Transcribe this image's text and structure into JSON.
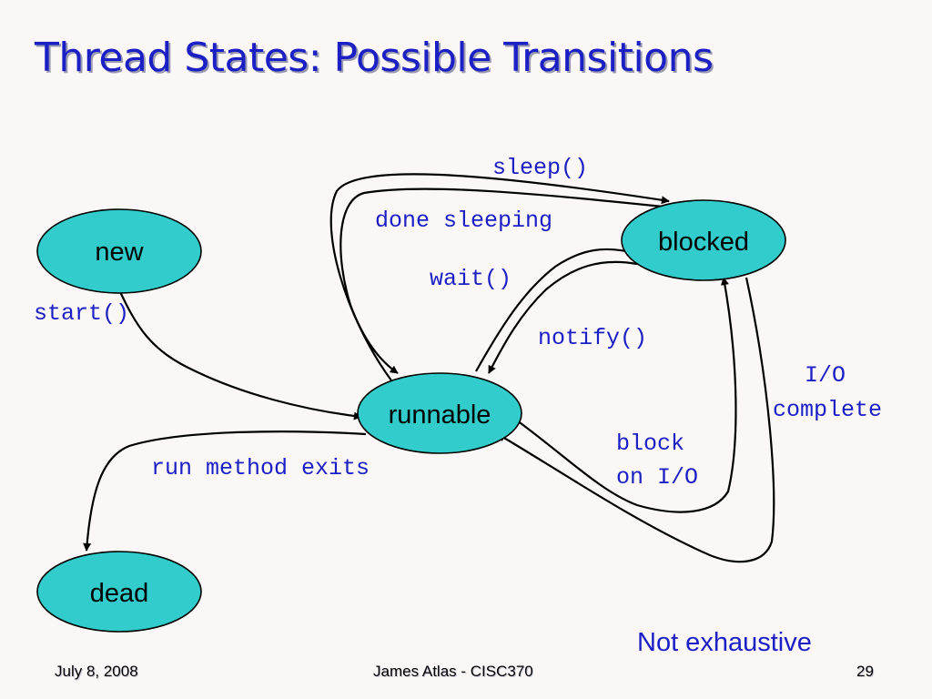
{
  "title": "Thread States: Possible Transitions",
  "states": {
    "new": "new",
    "blocked": "blocked",
    "runnable": "runnable",
    "dead": "dead"
  },
  "transitions": {
    "start": "start()",
    "sleep": "sleep()",
    "done_sleeping": "done sleeping",
    "wait": "wait()",
    "notify": "notify()",
    "io_complete_1": "I/O",
    "io_complete_2": "complete",
    "block_io_1": "block",
    "block_io_2": "on I/O",
    "run_exits": "run method exits"
  },
  "note": "Not exhaustive",
  "footer": {
    "date": "July 8, 2008",
    "author": "James Atlas - CISC370",
    "page": "29"
  },
  "colors": {
    "title": "#1b20c4",
    "state_fill": "#33cccc",
    "label": "#1b20c4",
    "background": "#fcf7f7"
  }
}
